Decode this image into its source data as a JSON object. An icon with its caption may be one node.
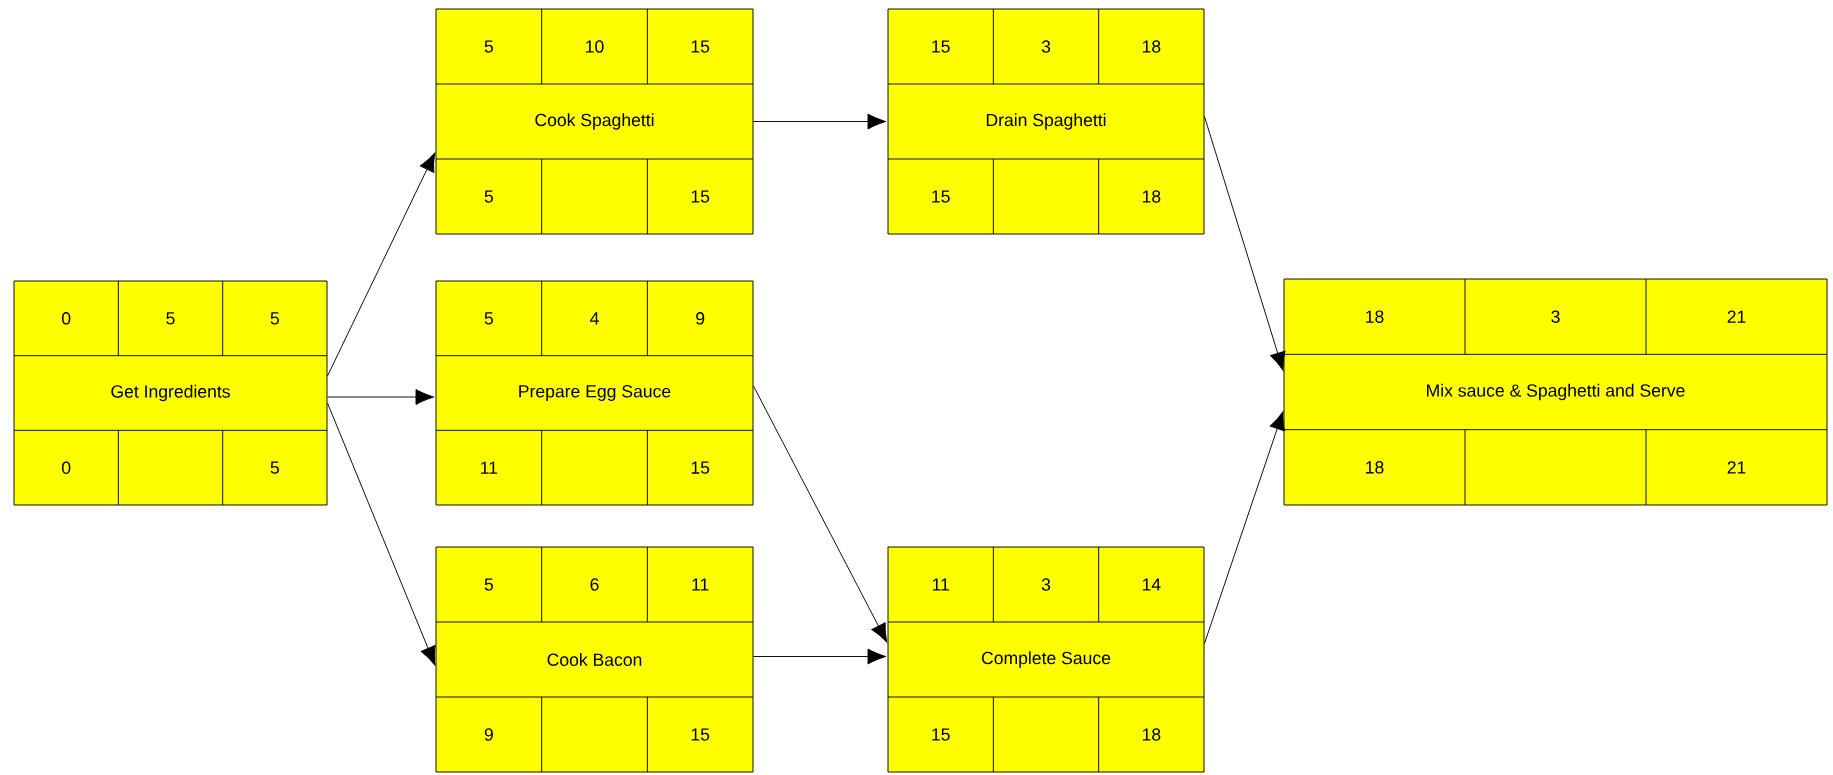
{
  "diagram": {
    "nodes": [
      {
        "text": [
          "0",
          "5",
          "5",
          "Get Ingredients",
          "0",
          "5"
        ]
      },
      {
        "text": [
          "5",
          "10",
          "15",
          "Cook Spaghetti",
          "5",
          "15"
        ]
      },
      {
        "text": [
          "5",
          "4",
          "9",
          "Prepare Egg Sauce",
          "11",
          "15"
        ]
      },
      {
        "text": [
          "5",
          "6",
          "11",
          "Cook Bacon",
          "9",
          "15"
        ]
      },
      {
        "text": [
          "15",
          "3",
          "18",
          "Drain Spaghetti",
          "15",
          "18"
        ]
      },
      {
        "text": [
          "11",
          "3",
          "14",
          "Complete Sauce",
          "15",
          "18"
        ]
      },
      {
        "text": [
          "18",
          "3",
          "21",
          "Mix sauce & Spaghetti and Serve",
          "18",
          "21"
        ]
      }
    ],
    "edges": [
      {
        "from": 0,
        "to": 1,
        "arrow": "to"
      },
      {
        "from": 0,
        "to": 2,
        "arrow": "to"
      },
      {
        "from": 0,
        "to": 3,
        "arrow": "to"
      },
      {
        "from": 1,
        "to": 4,
        "arrow": "to"
      },
      {
        "from": 2,
        "to": 5,
        "arrow": "to"
      },
      {
        "from": 3,
        "to": 5,
        "arrow": "to"
      },
      {
        "from": 4,
        "to": 6,
        "arrow": "to"
      },
      {
        "from": 5,
        "to": 6,
        "arrow": "to"
      }
    ]
  }
}
